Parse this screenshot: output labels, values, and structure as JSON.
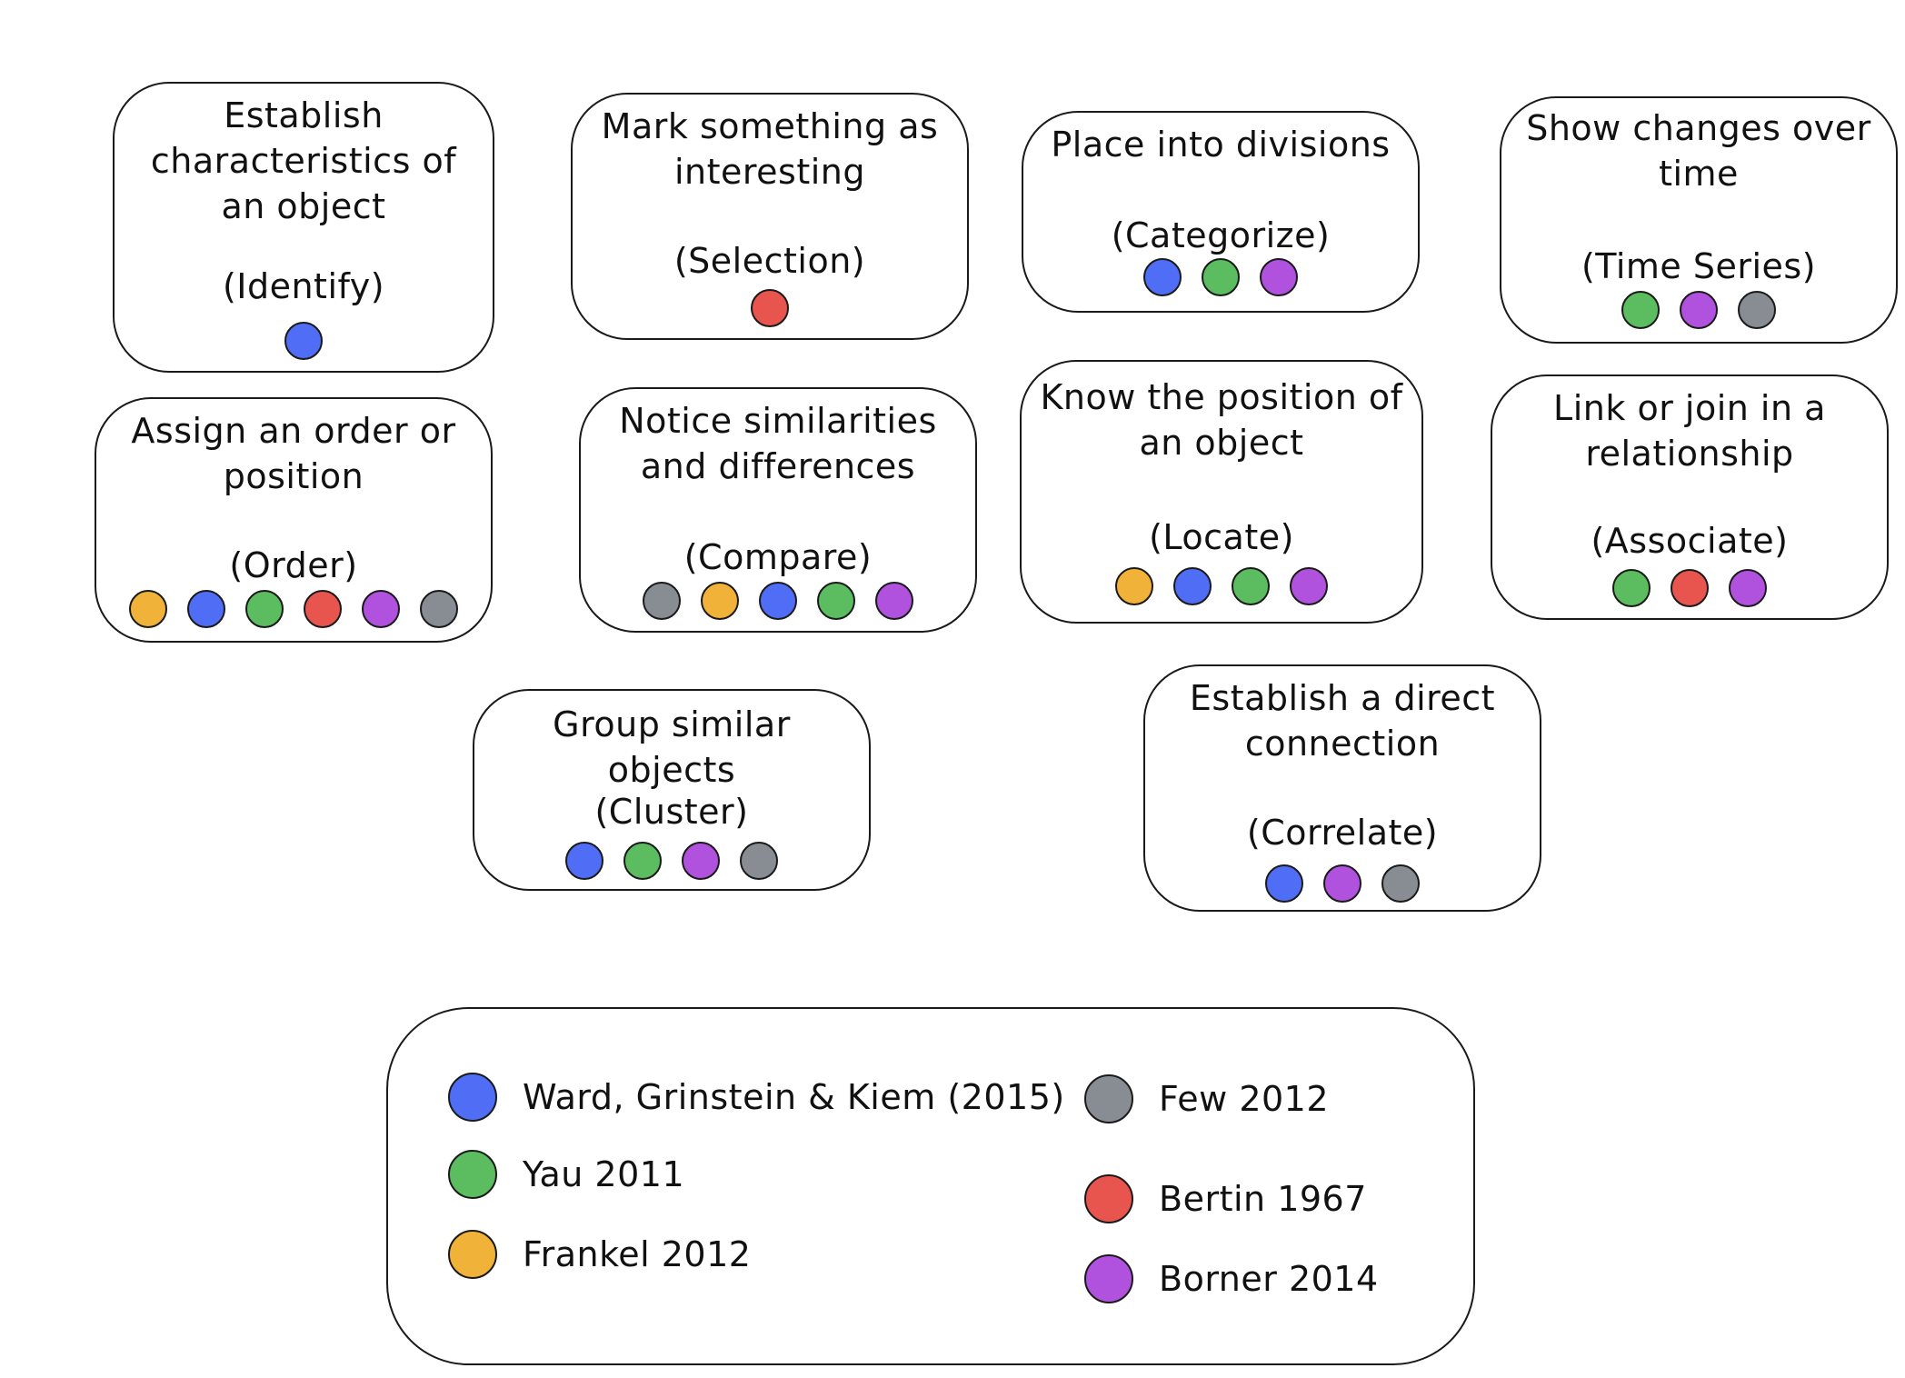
{
  "colors": {
    "blue": "#4f6ef5",
    "green": "#5bbd60",
    "orange": "#f1b23a",
    "red": "#e8554e",
    "purple": "#b052de",
    "gray": "#888d93"
  },
  "cards": [
    {
      "id": "identify",
      "description": "Establish\ncharacteristics of\nan object",
      "task": "(Identify)",
      "sources": [
        "blue"
      ]
    },
    {
      "id": "selection",
      "description": "Mark something as\ninteresting",
      "task": "(Selection)",
      "sources": [
        "red"
      ]
    },
    {
      "id": "categorize",
      "description": "Place into divisions",
      "task": "(Categorize)",
      "sources": [
        "blue",
        "green",
        "purple"
      ]
    },
    {
      "id": "time-series",
      "description": "Show changes over\ntime",
      "task": "(Time Series)",
      "sources": [
        "green",
        "purple",
        "gray"
      ]
    },
    {
      "id": "order",
      "description": "Assign an order or\nposition",
      "task": "(Order)",
      "sources": [
        "orange",
        "blue",
        "green",
        "red",
        "purple",
        "gray"
      ]
    },
    {
      "id": "compare",
      "description": "Notice similarities\nand differences",
      "task": "(Compare)",
      "sources": [
        "gray",
        "orange",
        "blue",
        "green",
        "purple"
      ]
    },
    {
      "id": "locate",
      "description": "Know the position of\nan object",
      "task": "(Locate)",
      "sources": [
        "orange",
        "blue",
        "green",
        "purple"
      ]
    },
    {
      "id": "associate",
      "description": "Link or join in a\nrelationship",
      "task": "(Associate)",
      "sources": [
        "green",
        "red",
        "purple"
      ]
    },
    {
      "id": "cluster",
      "description": "Group similar objects",
      "task": "(Cluster)",
      "sources": [
        "blue",
        "green",
        "purple",
        "gray"
      ]
    },
    {
      "id": "correlate",
      "description": "Establish a direct\nconnection",
      "task": "(Correlate)",
      "sources": [
        "blue",
        "purple",
        "gray"
      ]
    }
  ],
  "legend": [
    {
      "id": "ward",
      "color": "blue",
      "label": "Ward, Grinstein & Kiem (2015)"
    },
    {
      "id": "yau",
      "color": "green",
      "label": "Yau 2011"
    },
    {
      "id": "frankel",
      "color": "orange",
      "label": "Frankel 2012"
    },
    {
      "id": "few",
      "color": "gray",
      "label": "Few 2012"
    },
    {
      "id": "bertin",
      "color": "red",
      "label": "Bertin 1967"
    },
    {
      "id": "borner",
      "color": "purple",
      "label": "Borner 2014"
    }
  ]
}
